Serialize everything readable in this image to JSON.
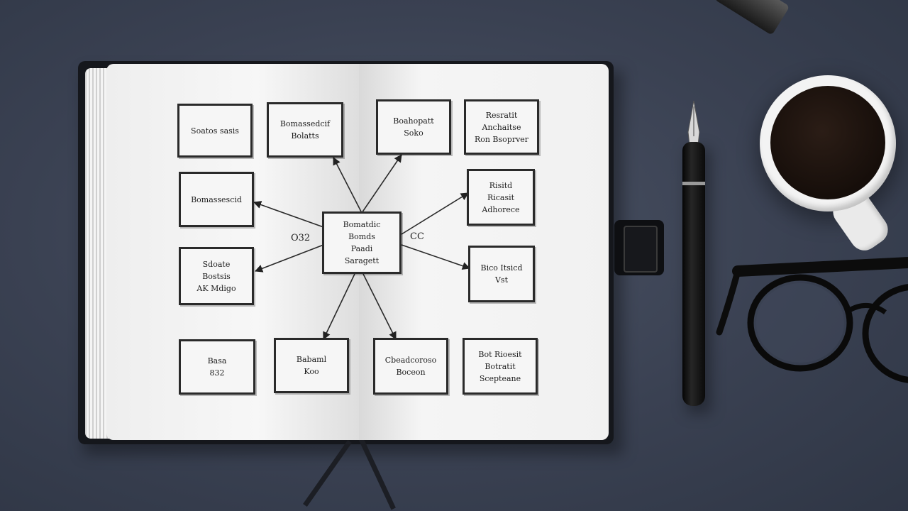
{
  "diagram": {
    "center": "Bomatdic\nBomds\nPaadi\nSaragett",
    "edge_labels": {
      "left": "O32",
      "right": "CC"
    },
    "left_page": [
      "Soatos sasis",
      "Bomassedcif\nBolatts",
      "Bomassescid",
      "Sdoate\nBostsis\nAK Mdigo",
      "Basa\n832",
      "Babaml\nKoo"
    ],
    "right_page": [
      "Boahopatt\nSoko",
      "Resratit\nAnchaitse\nRon Bsoprver",
      "Risitd\nRicasit\nAdhorece",
      "Bico Itsicd\nVst",
      "Cbeadcoroso\nBoceon",
      "Bot Rioesit\nBotratit\nScepteane"
    ]
  },
  "colors": {
    "background": "#3d4455",
    "page": "#f4f4f4",
    "ink": "#2a2a2a"
  }
}
